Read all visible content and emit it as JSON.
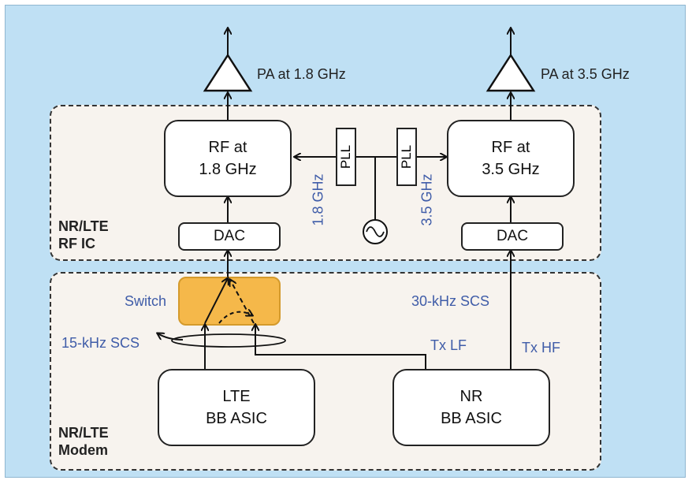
{
  "pa_left_label": "PA at 1.8 GHz",
  "pa_right_label": "PA at 3.5 GHz",
  "rf_left_label": "RF at\n1.8 GHz",
  "rf_right_label": "RF at\n3.5 GHz",
  "pll_left_label": "PLL",
  "pll_right_label": "PLL",
  "freq_left_label": "1.8 GHz",
  "freq_right_label": "3.5 GHz",
  "dac_left_label": "DAC",
  "dac_right_label": "DAC",
  "rf_ic_label": "NR/LTE\nRF IC",
  "modem_label": "NR/LTE\nModem",
  "switch_label": "Switch",
  "scs_15_label": "15-kHz SCS",
  "scs_30_label": "30-kHz SCS",
  "tx_lf_label": "Tx LF",
  "tx_hf_label": "Tx HF",
  "lte_bb_label": "LTE\nBB ASIC",
  "nr_bb_label": "NR\nBB ASIC",
  "colors": {
    "background": "#bfe0f4",
    "region": "#f7f3ee",
    "switch": "#f5b84a",
    "accent_text": "#3f5ca8"
  }
}
